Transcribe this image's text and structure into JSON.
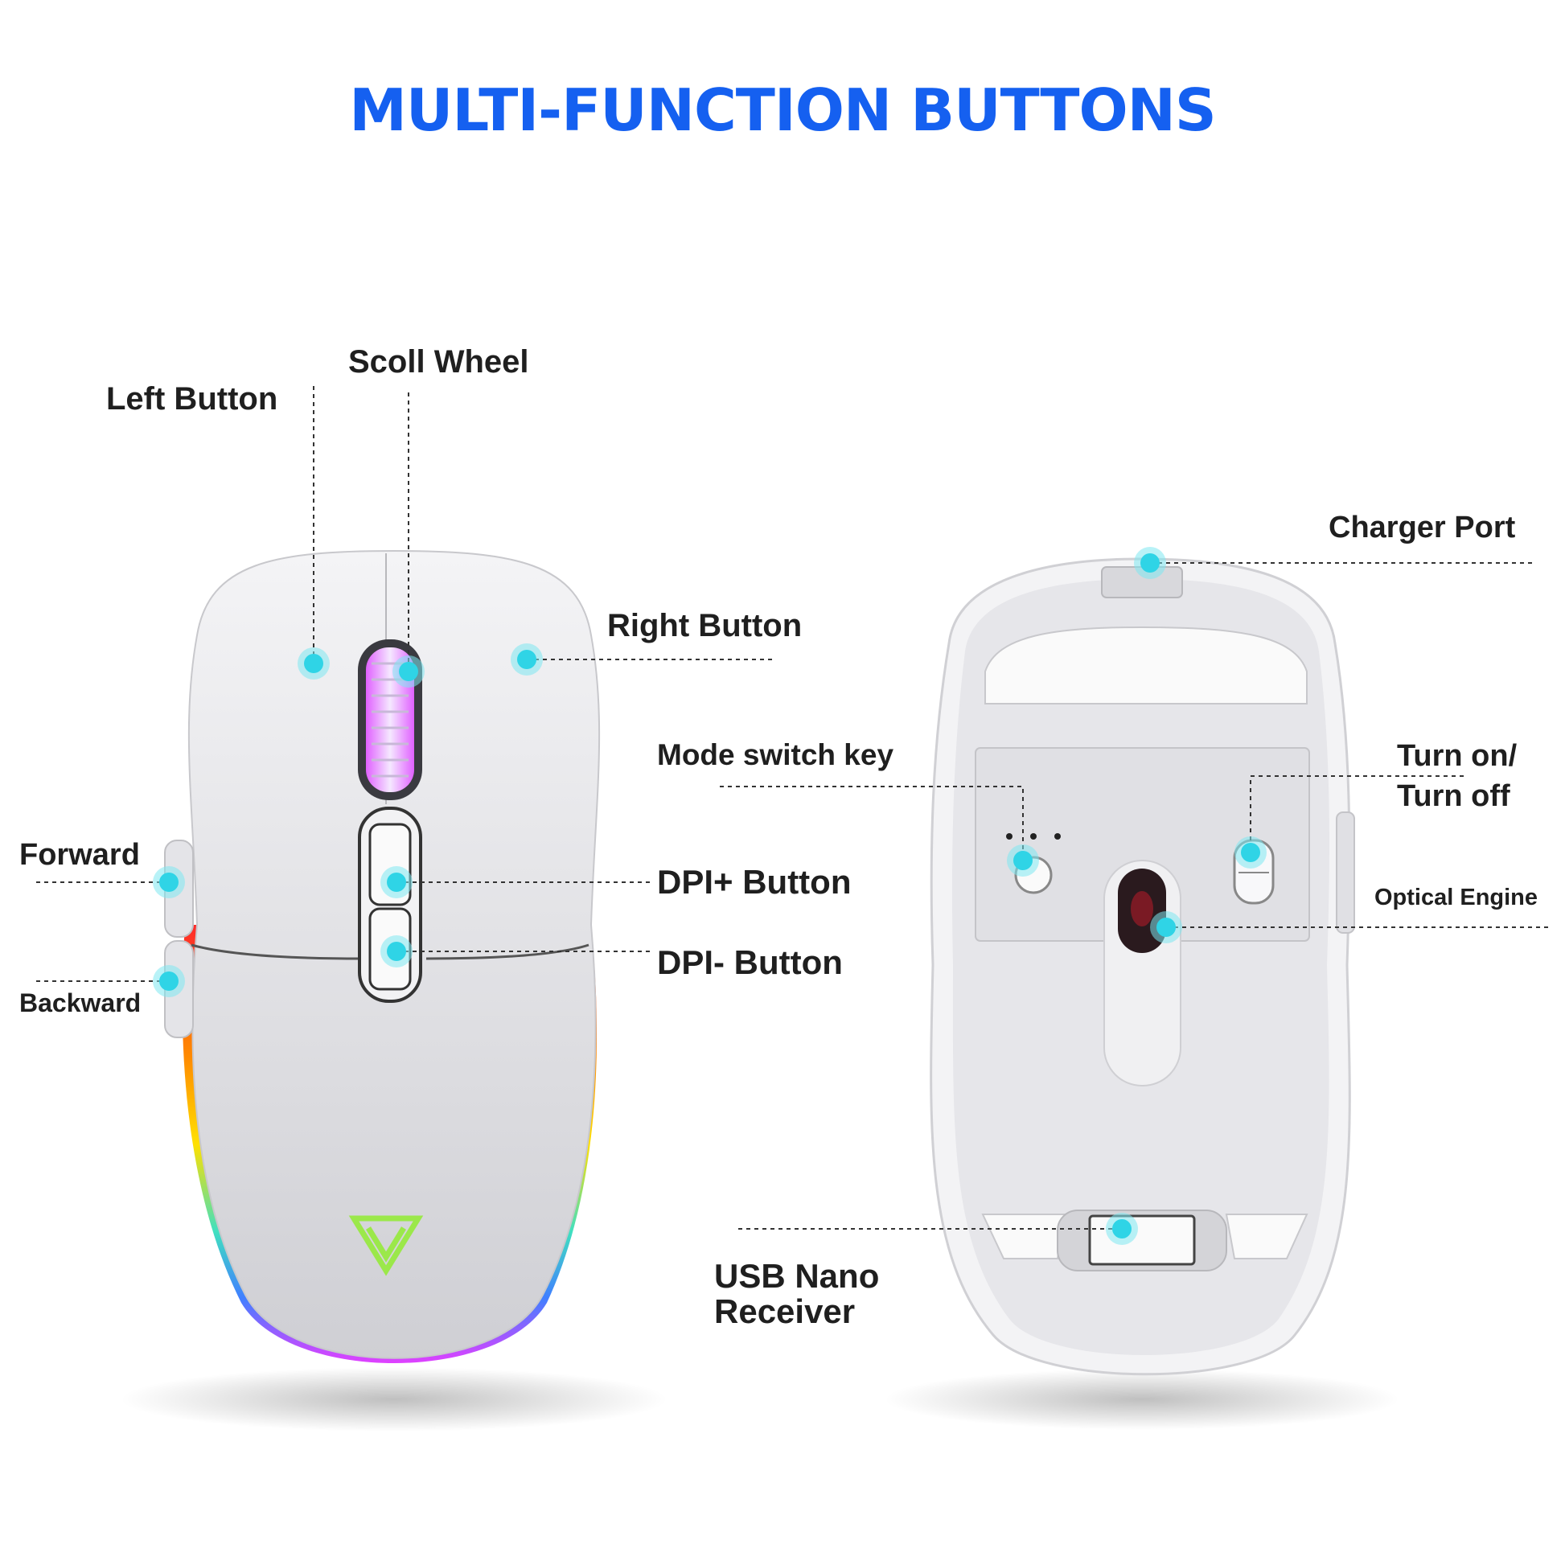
{
  "title": "MULTI-FUNCTION BUTTONS",
  "labels": {
    "scroll_wheel": "Scoll Wheel",
    "left_button": "Left Button",
    "right_button": "Right Button",
    "forward": "Forward",
    "backward": "Backward",
    "dpi_plus": "DPI+ Button",
    "dpi_minus": "DPI- Button",
    "charger_port": "Charger Port",
    "mode_switch": "Mode switch key",
    "turn_on": "Turn on/",
    "turn_off": "Turn off",
    "optical_engine": "Optical Engine",
    "usb_line1": "USB Nano",
    "usb_line2": "Receiver"
  },
  "colors": {
    "title": "#1560f0",
    "marker": "#2fd4e6",
    "mouse_body": "#e8e8ec",
    "logo": "#9be84a"
  },
  "icons": {
    "logo": "brand-logo-icon",
    "marker": "marker-dot-icon"
  }
}
